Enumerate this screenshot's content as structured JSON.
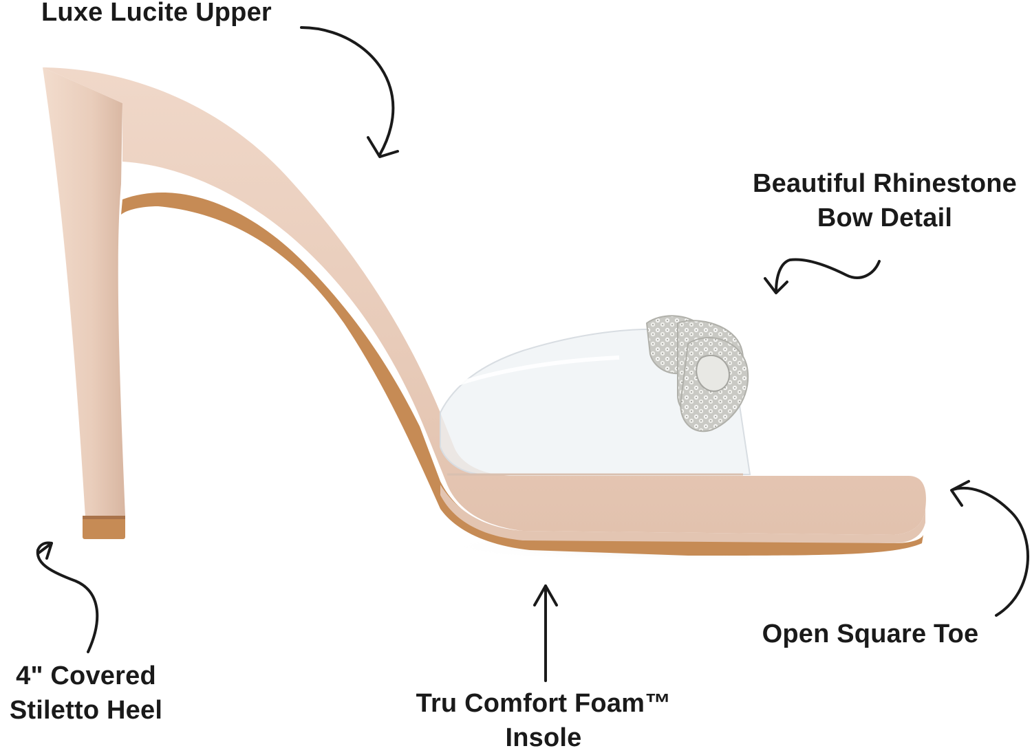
{
  "callouts": {
    "upper": {
      "line1": "Luxe Lucite Upper"
    },
    "bow": {
      "line1": "Beautiful Rhinestone",
      "line2": "Bow Detail"
    },
    "toe": {
      "line1": "Open Square Toe"
    },
    "heel": {
      "line1": "4\" Covered",
      "line2": "Stiletto Heel"
    },
    "insole": {
      "line1": "Tru Comfort Foam™",
      "line2": "Insole"
    }
  },
  "colors": {
    "nude": "#ecd2c2",
    "nude_shadow": "#d9b8a4",
    "sole": "#c68b55",
    "text": "#1a1a1a"
  }
}
